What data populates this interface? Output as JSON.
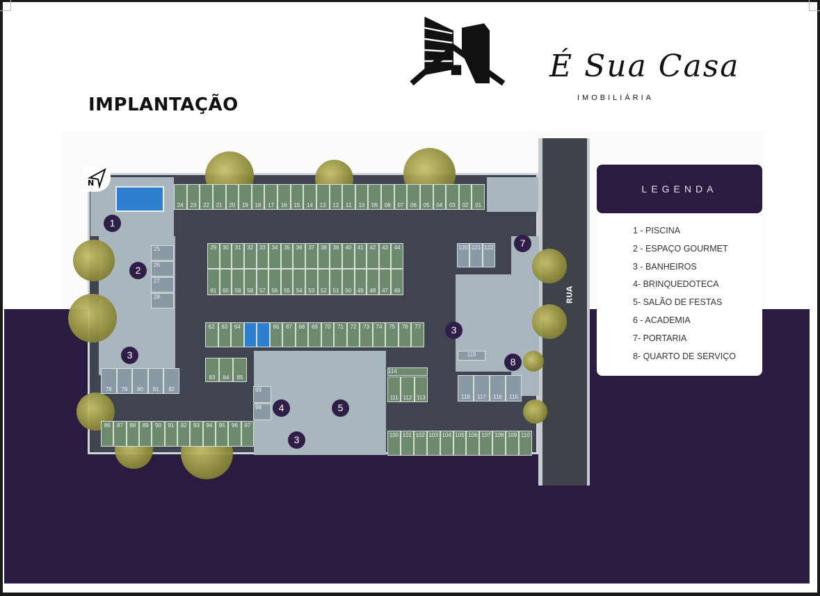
{
  "title": "IMPLANTAÇÃO",
  "street_label": "RUA",
  "north_label": "N",
  "legend": {
    "header": "LEGENDA",
    "items": [
      "1 - PISCINA",
      "2 - ESPAÇO GOURMET",
      "3 - BANHEIROS",
      "4- BRINQUEDOTECA",
      "5- SALÃO DE FESTAS",
      "6 - ACADEMIA",
      "7- PORTARIA",
      "8- QUARTO DE SERVIÇO"
    ]
  },
  "markers": [
    "1",
    "2",
    "3",
    "3",
    "3",
    "4",
    "5",
    "7",
    "8"
  ],
  "parking": {
    "row_top": [
      "24",
      "23",
      "22",
      "21",
      "20",
      "19",
      "18",
      "17",
      "16",
      "15",
      "14",
      "13",
      "12",
      "11",
      "10",
      "09",
      "08",
      "07",
      "06",
      "05",
      "04",
      "03",
      "02",
      "01"
    ],
    "row_center_upper": [
      "29",
      "30",
      "31",
      "32",
      "33",
      "34",
      "35",
      "36",
      "37",
      "38",
      "39",
      "40",
      "41",
      "42",
      "43",
      "44"
    ],
    "row_center_lower": [
      "61",
      "60",
      "59",
      "58",
      "57",
      "56",
      "55",
      "54",
      "53",
      "52",
      "51",
      "50",
      "49",
      "48",
      "47",
      "46"
    ],
    "row_middle": [
      "62",
      "63",
      "64",
      "",
      "",
      "66",
      "67",
      "68",
      "69",
      "70",
      "71",
      "72",
      "73",
      "74",
      "75",
      "76",
      "77"
    ],
    "row_83": [
      "83",
      "84",
      "85"
    ],
    "row_78": [
      "78",
      "79",
      "80",
      "81",
      "82"
    ],
    "row_bottom_left": [
      "86",
      "87",
      "88",
      "89",
      "90",
      "91",
      "92",
      "93",
      "94",
      "95",
      "96",
      "97"
    ],
    "row_bottom_right": [
      "100",
      "101",
      "102",
      "103",
      "104",
      "105",
      "106",
      "107",
      "108",
      "109",
      "110"
    ],
    "row_111": [
      "111",
      "112",
      "113"
    ],
    "spot_114": "114",
    "row_115": [
      "118",
      "117",
      "116",
      "115"
    ],
    "row_120": [
      "120",
      "121",
      "122"
    ],
    "left_column": [
      "25",
      "26",
      "27",
      "28"
    ],
    "spots_98_99": [
      "99",
      "98"
    ],
    "spot_119": "119"
  },
  "watermark": {
    "script": "É Sua Casa",
    "subtitle": "IMOBILIÁRIA"
  },
  "colors": {
    "brand_purple": "#2a1b41",
    "parking_green": "#6e8a6e",
    "asphalt": "#3f4450",
    "pool_blue": "#2f7fd0"
  }
}
